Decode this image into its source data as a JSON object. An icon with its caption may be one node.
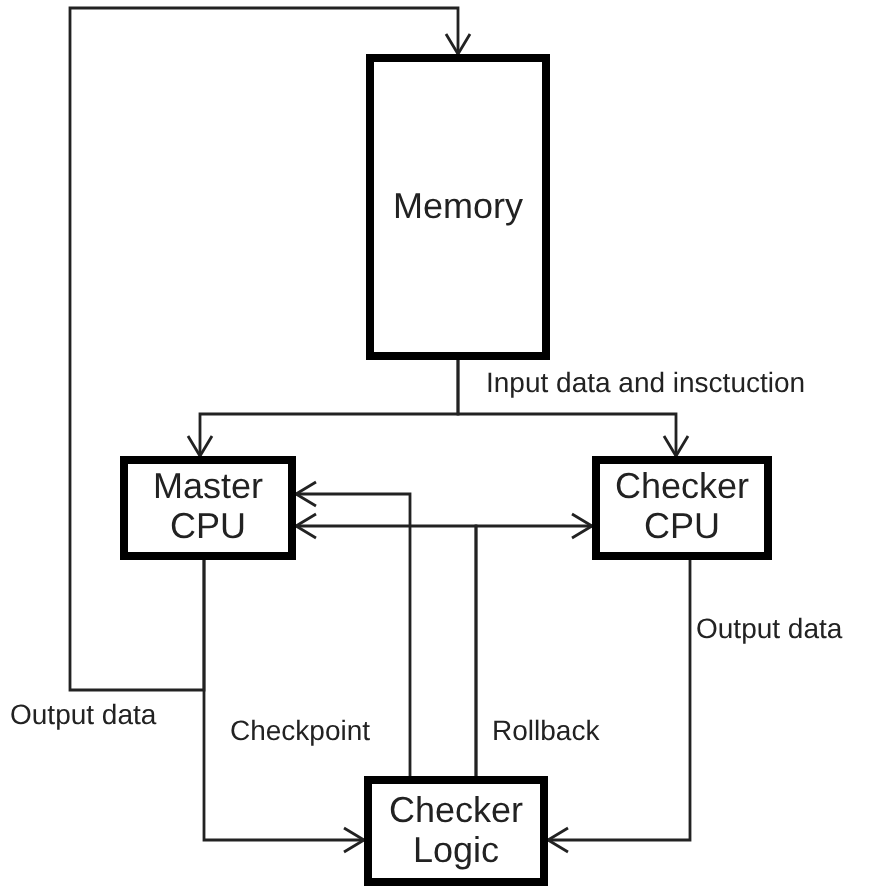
{
  "diagram": {
    "nodes": [
      {
        "text": [
          "Memory"
        ]
      },
      {
        "text": [
          "Master CPU"
        ]
      },
      {
        "text": [
          "Checker CPU"
        ]
      },
      {
        "text": [
          "Checker Logic"
        ]
      }
    ],
    "edges": [
      {
        "from": 0,
        "to": 1,
        "arrow": "to",
        "label": "Input data and insctuction"
      },
      {
        "from": 0,
        "to": 2,
        "arrow": "to"
      },
      {
        "from": 1,
        "to": 0,
        "arrow": "to"
      },
      {
        "from": 1,
        "to": 3,
        "arrow": "to"
      },
      {
        "from": 2,
        "to": 3,
        "arrow": "to",
        "label": "Output data"
      },
      {
        "from": 3,
        "to": 1,
        "arrow": "to",
        "label": "Checkpoint"
      },
      {
        "from": 3,
        "to": 1,
        "arrow": "to",
        "label": "Rollback"
      },
      {
        "from": 3,
        "to": 2,
        "arrow": "to"
      }
    ],
    "labels": [
      "Output data"
    ]
  }
}
